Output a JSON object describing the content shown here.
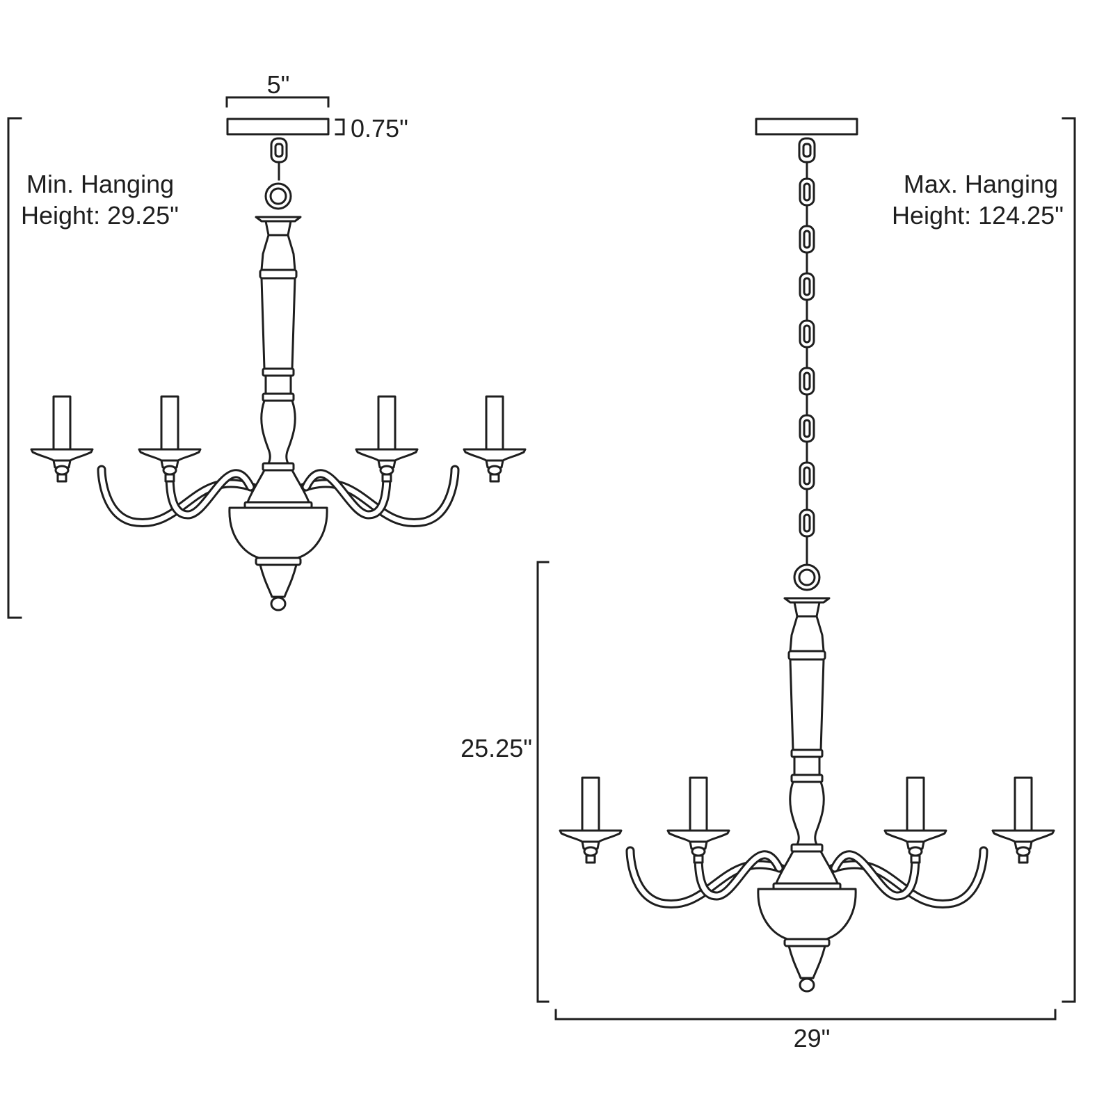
{
  "figure": {
    "canopy_width": "5\"",
    "canopy_height": "0.75\"",
    "min_hanging_line1": "Min. Hanging",
    "min_hanging_line2": "Height: 29.25\"",
    "max_hanging_line1": "Max. Hanging",
    "max_hanging_line2": "Height: 124.25\"",
    "fixture_height": "25.25\"",
    "fixture_width": "29\""
  },
  "colors": {
    "line": "#1e1e1e",
    "background": "#ffffff"
  }
}
